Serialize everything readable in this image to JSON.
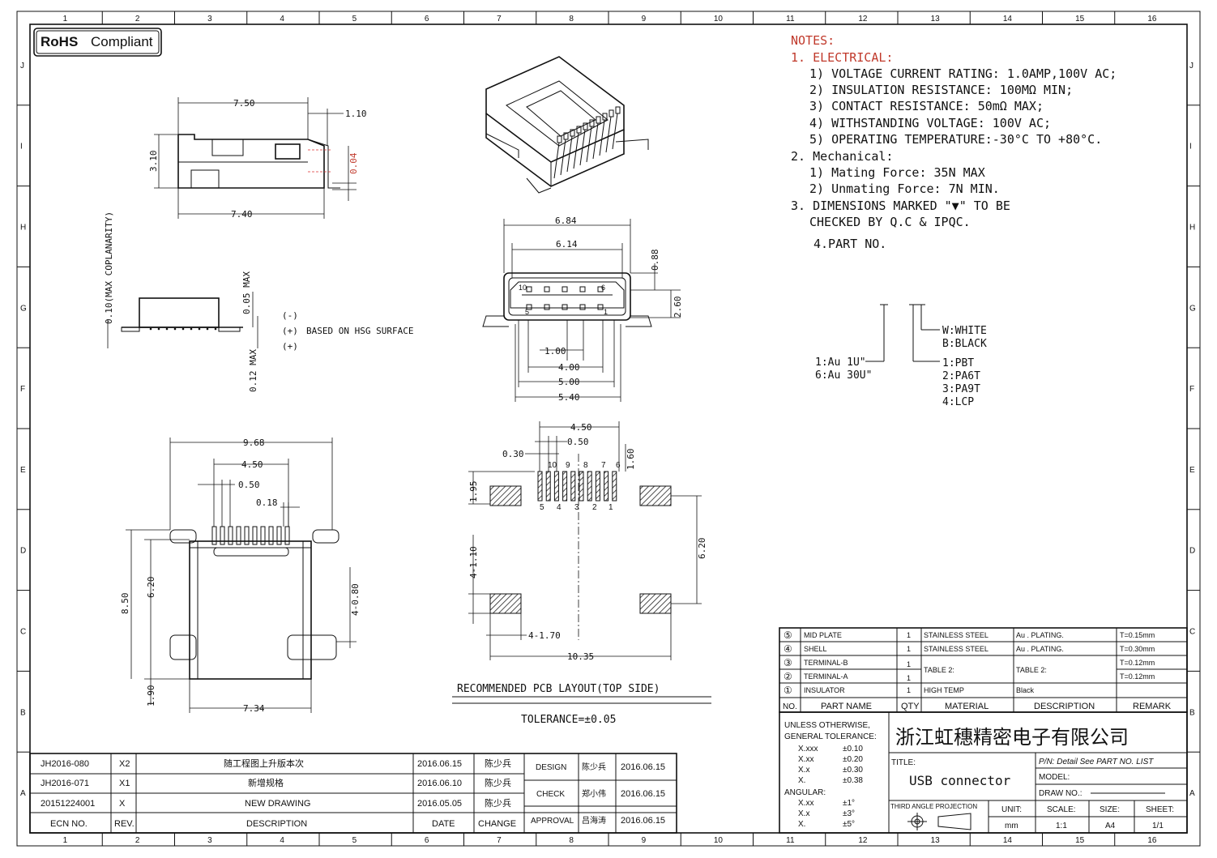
{
  "border": {
    "cols": [
      "1",
      "2",
      "3",
      "4",
      "5",
      "6",
      "7",
      "8",
      "9",
      "10",
      "11",
      "12",
      "13",
      "14",
      "15",
      "16"
    ],
    "rows": [
      "J",
      "I",
      "H",
      "G",
      "F",
      "E",
      "D",
      "C",
      "B",
      "A"
    ]
  },
  "rohs": {
    "bold": "RoHS",
    "text": "Compliant"
  },
  "side_view": {
    "d_750": "7.50",
    "d_110": "1.10",
    "d_310": "3.10",
    "d_004": "0.04",
    "d_740": "7.40"
  },
  "coplanarity": {
    "d_010": "0.10(MAX COPLANARITY)",
    "d_005": "0.05 MAX",
    "d_012": "0.12 MAX",
    "minus": "(-)",
    "plus1": "(+)",
    "plus2": "(+)",
    "based": "BASED ON HSG SURFACE"
  },
  "front_view": {
    "d_684": "6.84",
    "d_614": "6.14",
    "d_088": "0.88",
    "d_260": "2.60",
    "d_100": "1.00",
    "d_400": "4.00",
    "d_500": "5.00",
    "d_540": "5.40",
    "pin10": "10",
    "pin6": "6",
    "pin5": "5",
    "pin1": "1"
  },
  "top_view": {
    "d_968": "9.68",
    "d_450": "4.50",
    "d_050": "0.50",
    "d_018": "0.18",
    "d_850": "8.50",
    "d_620": "6.20",
    "d_080": "4-0.80",
    "d_190": "1.90",
    "d_734": "7.34"
  },
  "pcb": {
    "d_450": "4.50",
    "d_050": "0.50",
    "d_030": "0.30",
    "d_160": "1.60",
    "d_195": "1.95",
    "d_620": "6.20",
    "d_110": "4-1.10",
    "d_170": "4-1.70",
    "d_1035": "10.35",
    "top_pins": [
      "10",
      "9",
      "8",
      "7",
      "6"
    ],
    "bot_pins": [
      "5",
      "4",
      "3",
      "2",
      "1"
    ],
    "title": "RECOMMENDED PCB LAYOUT(TOP SIDE)",
    "tolerance": "TOLERANCE=±0.05"
  },
  "notes": {
    "title": "NOTES:",
    "s1": "1. ELECTRICAL:",
    "e1": "1) VOLTAGE CURRENT RATING: 1.0AMP,100V AC;",
    "e2": "2) INSULATION RESISTANCE: 100MΩ MIN;",
    "e3": "3) CONTACT RESISTANCE: 50mΩ MAX;",
    "e4": "4) WITHSTANDING VOLTAGE: 100V AC;",
    "e5": "5) OPERATING TEMPERATURE:-30°C TO +80°C.",
    "s2": "2. Mechanical:",
    "m1": "1) Mating Force: 35N MAX",
    "m2": "2) Unmating Force: 7N MIN.",
    "s3a": "3. DIMENSIONS MARKED \"▼\" TO BE",
    "s3b": "CHECKED BY Q.C & IPQC.",
    "s4": "4.PART NO."
  },
  "part_no": {
    "color_w": "W:WHITE",
    "color_b": "B:BLACK",
    "plating1": "1:Au 1U\"",
    "plating6": "6:Au 30U\"",
    "mat1": "1:PBT",
    "mat2": "2:PA6T",
    "mat3": "3:PA9T",
    "mat4": "4:LCP"
  },
  "bom": {
    "rows": [
      {
        "no": "⑤",
        "name": "MID PLATE",
        "qty": "1",
        "material": "STAINLESS STEEL",
        "desc": "Au . PLATING.",
        "remark": "T=0.15mm"
      },
      {
        "no": "④",
        "name": "SHELL",
        "qty": "1",
        "material": "STAINLESS STEEL",
        "desc": "Au . PLATING.",
        "remark": "T=0.30mm"
      },
      {
        "no": "③",
        "name": "TERMINAL-B",
        "qty": "1",
        "material": "TABLE 2:",
        "desc": "TABLE 2:",
        "remark": "T=0.12mm"
      },
      {
        "no": "②",
        "name": "TERMINAL-A",
        "qty": "1",
        "material": "",
        "desc": "",
        "remark": "T=0.12mm"
      },
      {
        "no": "①",
        "name": "INSULATOR",
        "qty": "1",
        "material": "HIGH TEMP",
        "desc": "Black",
        "remark": ""
      }
    ],
    "header": {
      "no": "NO.",
      "name": "PART NAME",
      "qty": "QTY",
      "material": "MATERIAL",
      "desc": "DESCRIPTION",
      "remark": "REMARK"
    }
  },
  "tolerance_block": {
    "l1": "UNLESS OTHERWISE,",
    "l2": "GENERAL TOLERANCE:",
    "r1a": "X.xxx",
    "r1b": "±0.10",
    "r2a": "X.xx",
    "r2b": "±0.20",
    "r3a": "X.x",
    "r3b": "±0.30",
    "r4a": "X.",
    "r4b": "±0.38",
    "angular": "ANGULAR:",
    "a1a": "X.xx",
    "a1b": "±1°",
    "a2a": "X.x",
    "a2b": "±3°",
    "a3a": "X.",
    "a3b": "±5°"
  },
  "title_block": {
    "company": "浙江虹穗精密电子有限公司",
    "title_label": "TITLE:",
    "title": "USB connector",
    "pn": "P/N: Detail  See  PART  NO.  LIST",
    "model": "MODEL:",
    "drawno": "DRAW  NO.:",
    "projection": "THIRD ANGLE PROJECTION",
    "unit_label": "UNIT:",
    "unit": "mm",
    "scale_label": "SCALE:",
    "scale": "1:1",
    "size_label": "SIZE:",
    "size": "A4",
    "sheet_label": "SHEET:",
    "sheet": "1/1"
  },
  "revisions": {
    "rows": [
      {
        "ecn": "JH2016-080",
        "rev": "X2",
        "desc": "随工程图上升版本次",
        "date": "2016.06.15",
        "by": "陈少兵"
      },
      {
        "ecn": "JH2016-071",
        "rev": "X1",
        "desc": "新增规格",
        "date": "2016.06.10",
        "by": "陈少兵"
      },
      {
        "ecn": "20151224001",
        "rev": "X",
        "desc": "NEW DRAWING",
        "date": "2016.05.05",
        "by": "陈少兵"
      }
    ],
    "header": {
      "ecn": "ECN NO.",
      "rev": "REV.",
      "desc": "DESCRIPTION",
      "date": "DATE",
      "by": "CHANGE"
    }
  },
  "approvals": {
    "design": "DESIGN",
    "design_by": "陈少兵",
    "design_date": "2016.06.15",
    "check": "CHECK",
    "check_by": "郑小伟",
    "check_date": "2016.06.15",
    "approval": "APPROVAL",
    "approval_by": "吕海涛",
    "approval_date": "2016.06.15"
  }
}
